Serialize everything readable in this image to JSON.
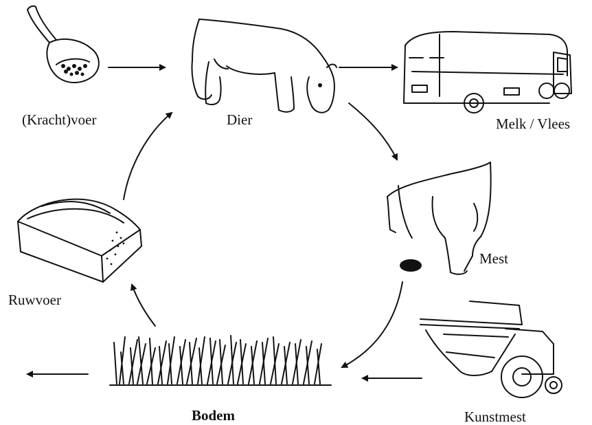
{
  "nodes": {
    "kracht_voer": "(Kracht)voer",
    "dier": "Dier",
    "melk_vlees": "Melk / Vlees",
    "mest": "Mest",
    "kunstmest": "Kunstmest",
    "bodem": "Bodem",
    "ruwvoer": "Ruwvoer"
  },
  "colors": {
    "ink": "#111111",
    "background": "#ffffff"
  },
  "icons": [
    "feed-scoop-icon",
    "cow-icon",
    "milk-tanker-truck-icon",
    "cow-rear-manure-icon",
    "fertilizer-spreader-tractor-icon",
    "grass-soil-icon",
    "silage-bunker-icon"
  ]
}
